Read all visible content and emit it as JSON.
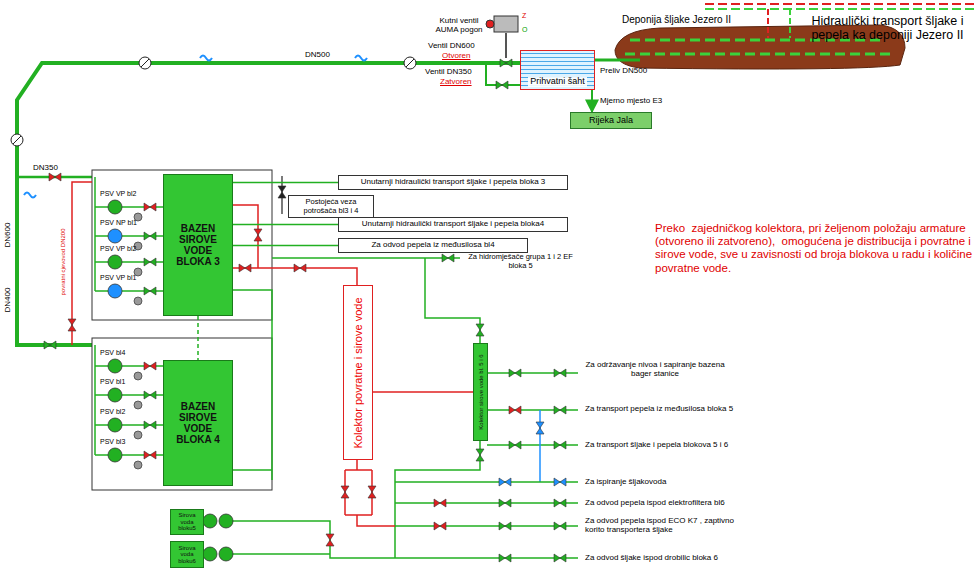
{
  "diagram": {
    "nodes": [
      {
        "text": [
          "Prihvatni šaht"
        ]
      },
      {
        "text": [
          "Rijeka Jala"
        ]
      },
      {
        "text": [
          "BAZEN SIROVE VODE BLOKA 3"
        ]
      },
      {
        "text": [
          "BAZEN SIROVE VODE BLOKA 4"
        ]
      },
      {
        "text": [
          "Unutarnji hidraulički transport šljake i pepela bloka 3"
        ]
      },
      {
        "text": [
          "Postojeća veza potrošača bl3 i 4"
        ]
      },
      {
        "text": [
          "Unutarnji hidraulički transport šljake i pepela bloka4"
        ]
      },
      {
        "text": [
          "Za odvod pepela iz međusilosa bl4"
        ]
      },
      {
        "text": [
          "Kolektor povratne i sirove vode"
        ]
      },
      {
        "text": [
          "Kolektor sirove vode bl. 5 i 6"
        ]
      },
      {
        "text": [
          "Sirova voda bloku5"
        ]
      },
      {
        "text": [
          "Sirova voda bloku6"
        ]
      }
    ],
    "edges": [
      {
        "from": 0,
        "to": 1,
        "arrow": "to"
      },
      {
        "from": 2,
        "to": 4,
        "arrow": "none"
      },
      {
        "from": 2,
        "to": 6,
        "arrow": "none"
      },
      {
        "from": 2,
        "to": 7,
        "arrow": "none"
      },
      {
        "from": 8,
        "to": 9,
        "arrow": "none"
      }
    ],
    "labels": [
      "Deponija šljake Jezero II",
      "Hidraulički transport šljake i pepela ka deponiji Jezero II",
      "Kutni ventil AUMA pogon",
      "Ventil DN600",
      "Otvoren",
      "Ventil DN350",
      "Zatvoren",
      "Preliv DN500",
      "Mjerno mjesto E3",
      "DN500",
      "DN350",
      "DN600",
      "DN400",
      "povratni cjevovod DN200",
      "PSV VP bl2",
      "PSV NP bl1",
      "PSV VP bl2",
      "PSV VP bl1",
      "PSV bl4",
      "PSV bl1",
      "PSV bl2",
      "PSV bl3",
      "Za hidromješače grupa 1 i 2 EF bloka 5",
      "Za održavanje nivoa i sapiranje bazena bager stanice",
      "Za transport pepela iz međusilosa bloka 5",
      "Za transport šljake i pepela blokova 5 i 6",
      "Za ispiranje šljakovoda",
      "Za odvod pepela ispod elektrofiltera bl6",
      "Za odvod pepela ispod ECO K7 , zaptivno korito transportera šljake",
      "Za odvod šljake ispod drobilic bloka 6",
      "Preko  zajedničkog kolektora, pri željenom položaju armature (otvoreno ili zatvoreno),  omogućena je distribucija i povratne i sirove vode, sve u zavisnosti od broja blokova u radu i količine povratne vode.",
      "Z",
      "O"
    ]
  }
}
